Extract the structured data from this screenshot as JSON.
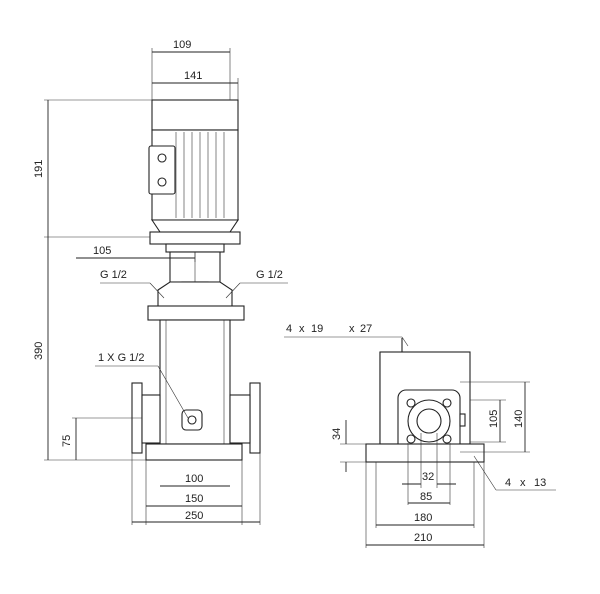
{
  "drawing": {
    "side_view": {
      "motor_width_top": "109",
      "motor_width": "141",
      "motor_height": "191",
      "pump_height": "390",
      "flange_offset": "105",
      "port_left": "G 1/2",
      "port_right": "G 1/2",
      "drain_port": "1 X G 1/2",
      "inlet_height": "75",
      "base_inner": "100",
      "base_mid": "150",
      "base_overall": "250"
    },
    "top_view": {
      "bolt_holes": "4",
      "times_1": "x",
      "bolt_hole_size": "19",
      "times_2": "x",
      "bolt_hole_depth": "27",
      "base_thickness": "34",
      "flange_inner": "105",
      "flange_outer": "140",
      "port_diameter": "32",
      "bolt_circle": "85",
      "base_width": "180",
      "base_overall": "210",
      "anchor_holes": "4",
      "times_3": "x",
      "anchor_size": "13"
    }
  }
}
